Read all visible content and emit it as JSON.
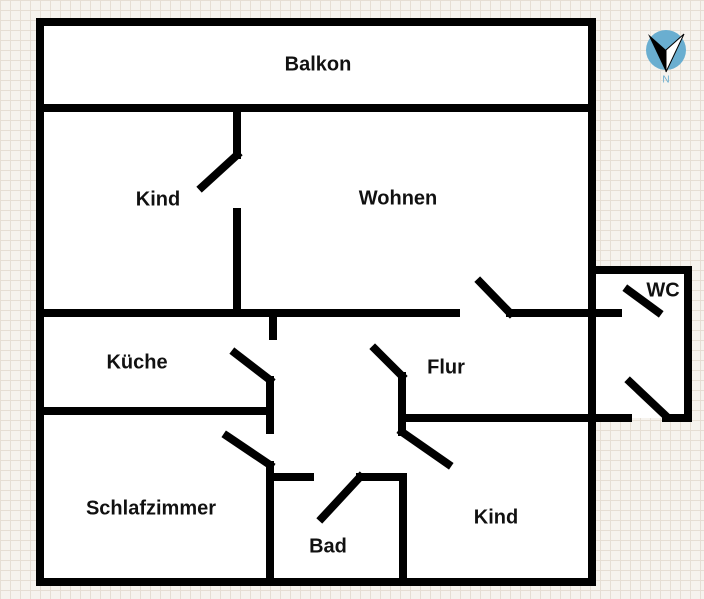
{
  "rooms": {
    "balkon": "Balkon",
    "kind_top": "Kind",
    "wohnen": "Wohnen",
    "wc": "WC",
    "kueche": "Küche",
    "flur": "Flur",
    "schlafzimmer": "Schlafzimmer",
    "bad": "Bad",
    "kind_bottom": "Kind"
  },
  "compass": {
    "label": "N",
    "color": "#6aaed0"
  },
  "colors": {
    "wall": "#000000",
    "floor": "#ffffff"
  }
}
